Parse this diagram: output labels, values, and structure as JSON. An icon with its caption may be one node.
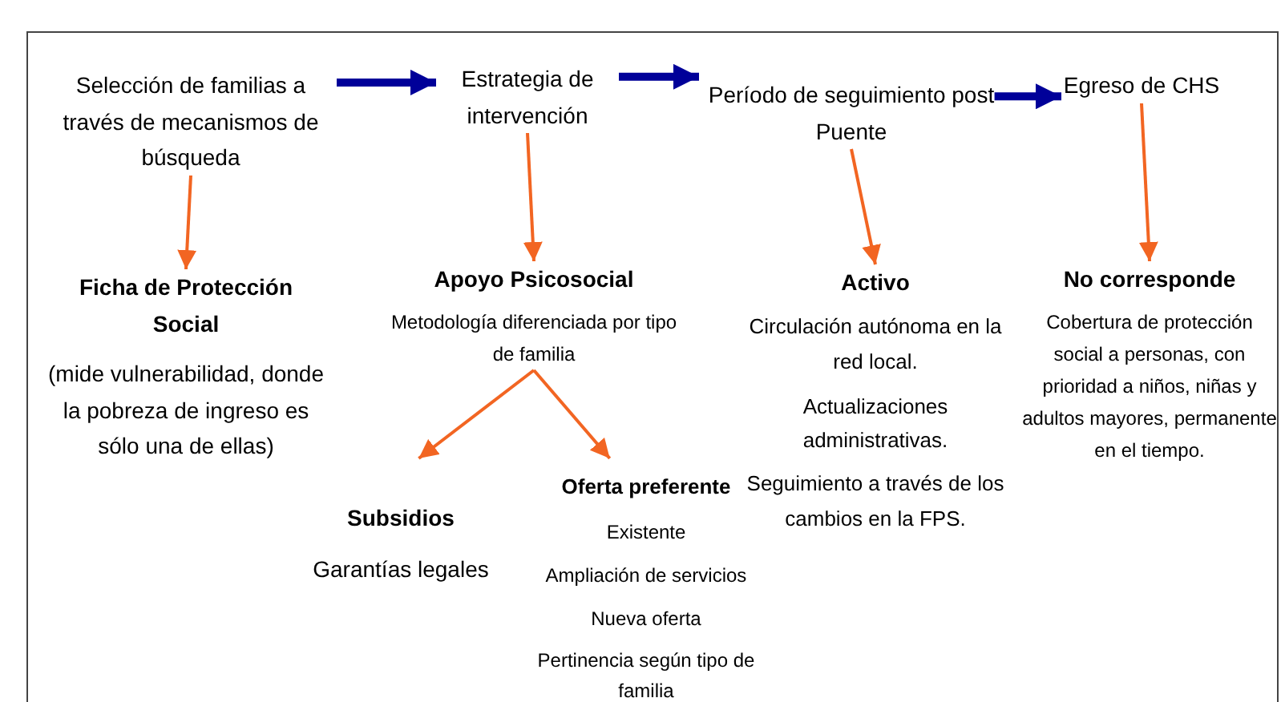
{
  "diagram": {
    "nodes": [
      {
        "text": [
          "Selección de familias a través de mecanismos de búsqueda"
        ]
      },
      {
        "text": [
          "Estrategia de intervención"
        ]
      },
      {
        "text": [
          "Período de seguimiento post Puente"
        ]
      },
      {
        "text": [
          "Egreso de CHS"
        ]
      },
      {
        "text": [
          "Ficha de Protección Social",
          "(mide vulnerabilidad, donde la pobreza de ingreso es sólo una de ellas)"
        ]
      },
      {
        "text": [
          "Apoyo Psicosocial",
          "Metodología diferenciada por tipo de familia"
        ]
      },
      {
        "text": [
          "Activo",
          "Circulación autónoma en la red local.",
          "Actualizaciones administrativas.",
          "Seguimiento a través de los cambios en la FPS."
        ]
      },
      {
        "text": [
          "No corresponde",
          "Cobertura de protección social a personas, con prioridad a niños, niñas y adultos mayores, permanente en el tiempo."
        ]
      },
      {
        "text": [
          "Subsidios",
          "Garantías legales"
        ]
      },
      {
        "text": [
          "Oferta preferente",
          "Existente",
          "Ampliación de servicios",
          "Nueva oferta",
          "Pertinencia según tipo de familia"
        ]
      }
    ],
    "edges": [
      {
        "from": 0,
        "to": 1,
        "arrow": "to",
        "style": "thick",
        "color": "#000099"
      },
      {
        "from": 1,
        "to": 2,
        "arrow": "to",
        "style": "thick",
        "color": "#000099"
      },
      {
        "from": 2,
        "to": 3,
        "arrow": "to",
        "style": "thick",
        "color": "#000099"
      },
      {
        "from": 0,
        "to": 4,
        "arrow": "to"
      },
      {
        "from": 1,
        "to": 5,
        "arrow": "to"
      },
      {
        "from": 2,
        "to": 6,
        "arrow": "to"
      },
      {
        "from": 3,
        "to": 7,
        "arrow": "to"
      },
      {
        "from": 5,
        "to": 8,
        "arrow": "to"
      },
      {
        "from": 5,
        "to": 9,
        "arrow": "to"
      }
    ]
  }
}
